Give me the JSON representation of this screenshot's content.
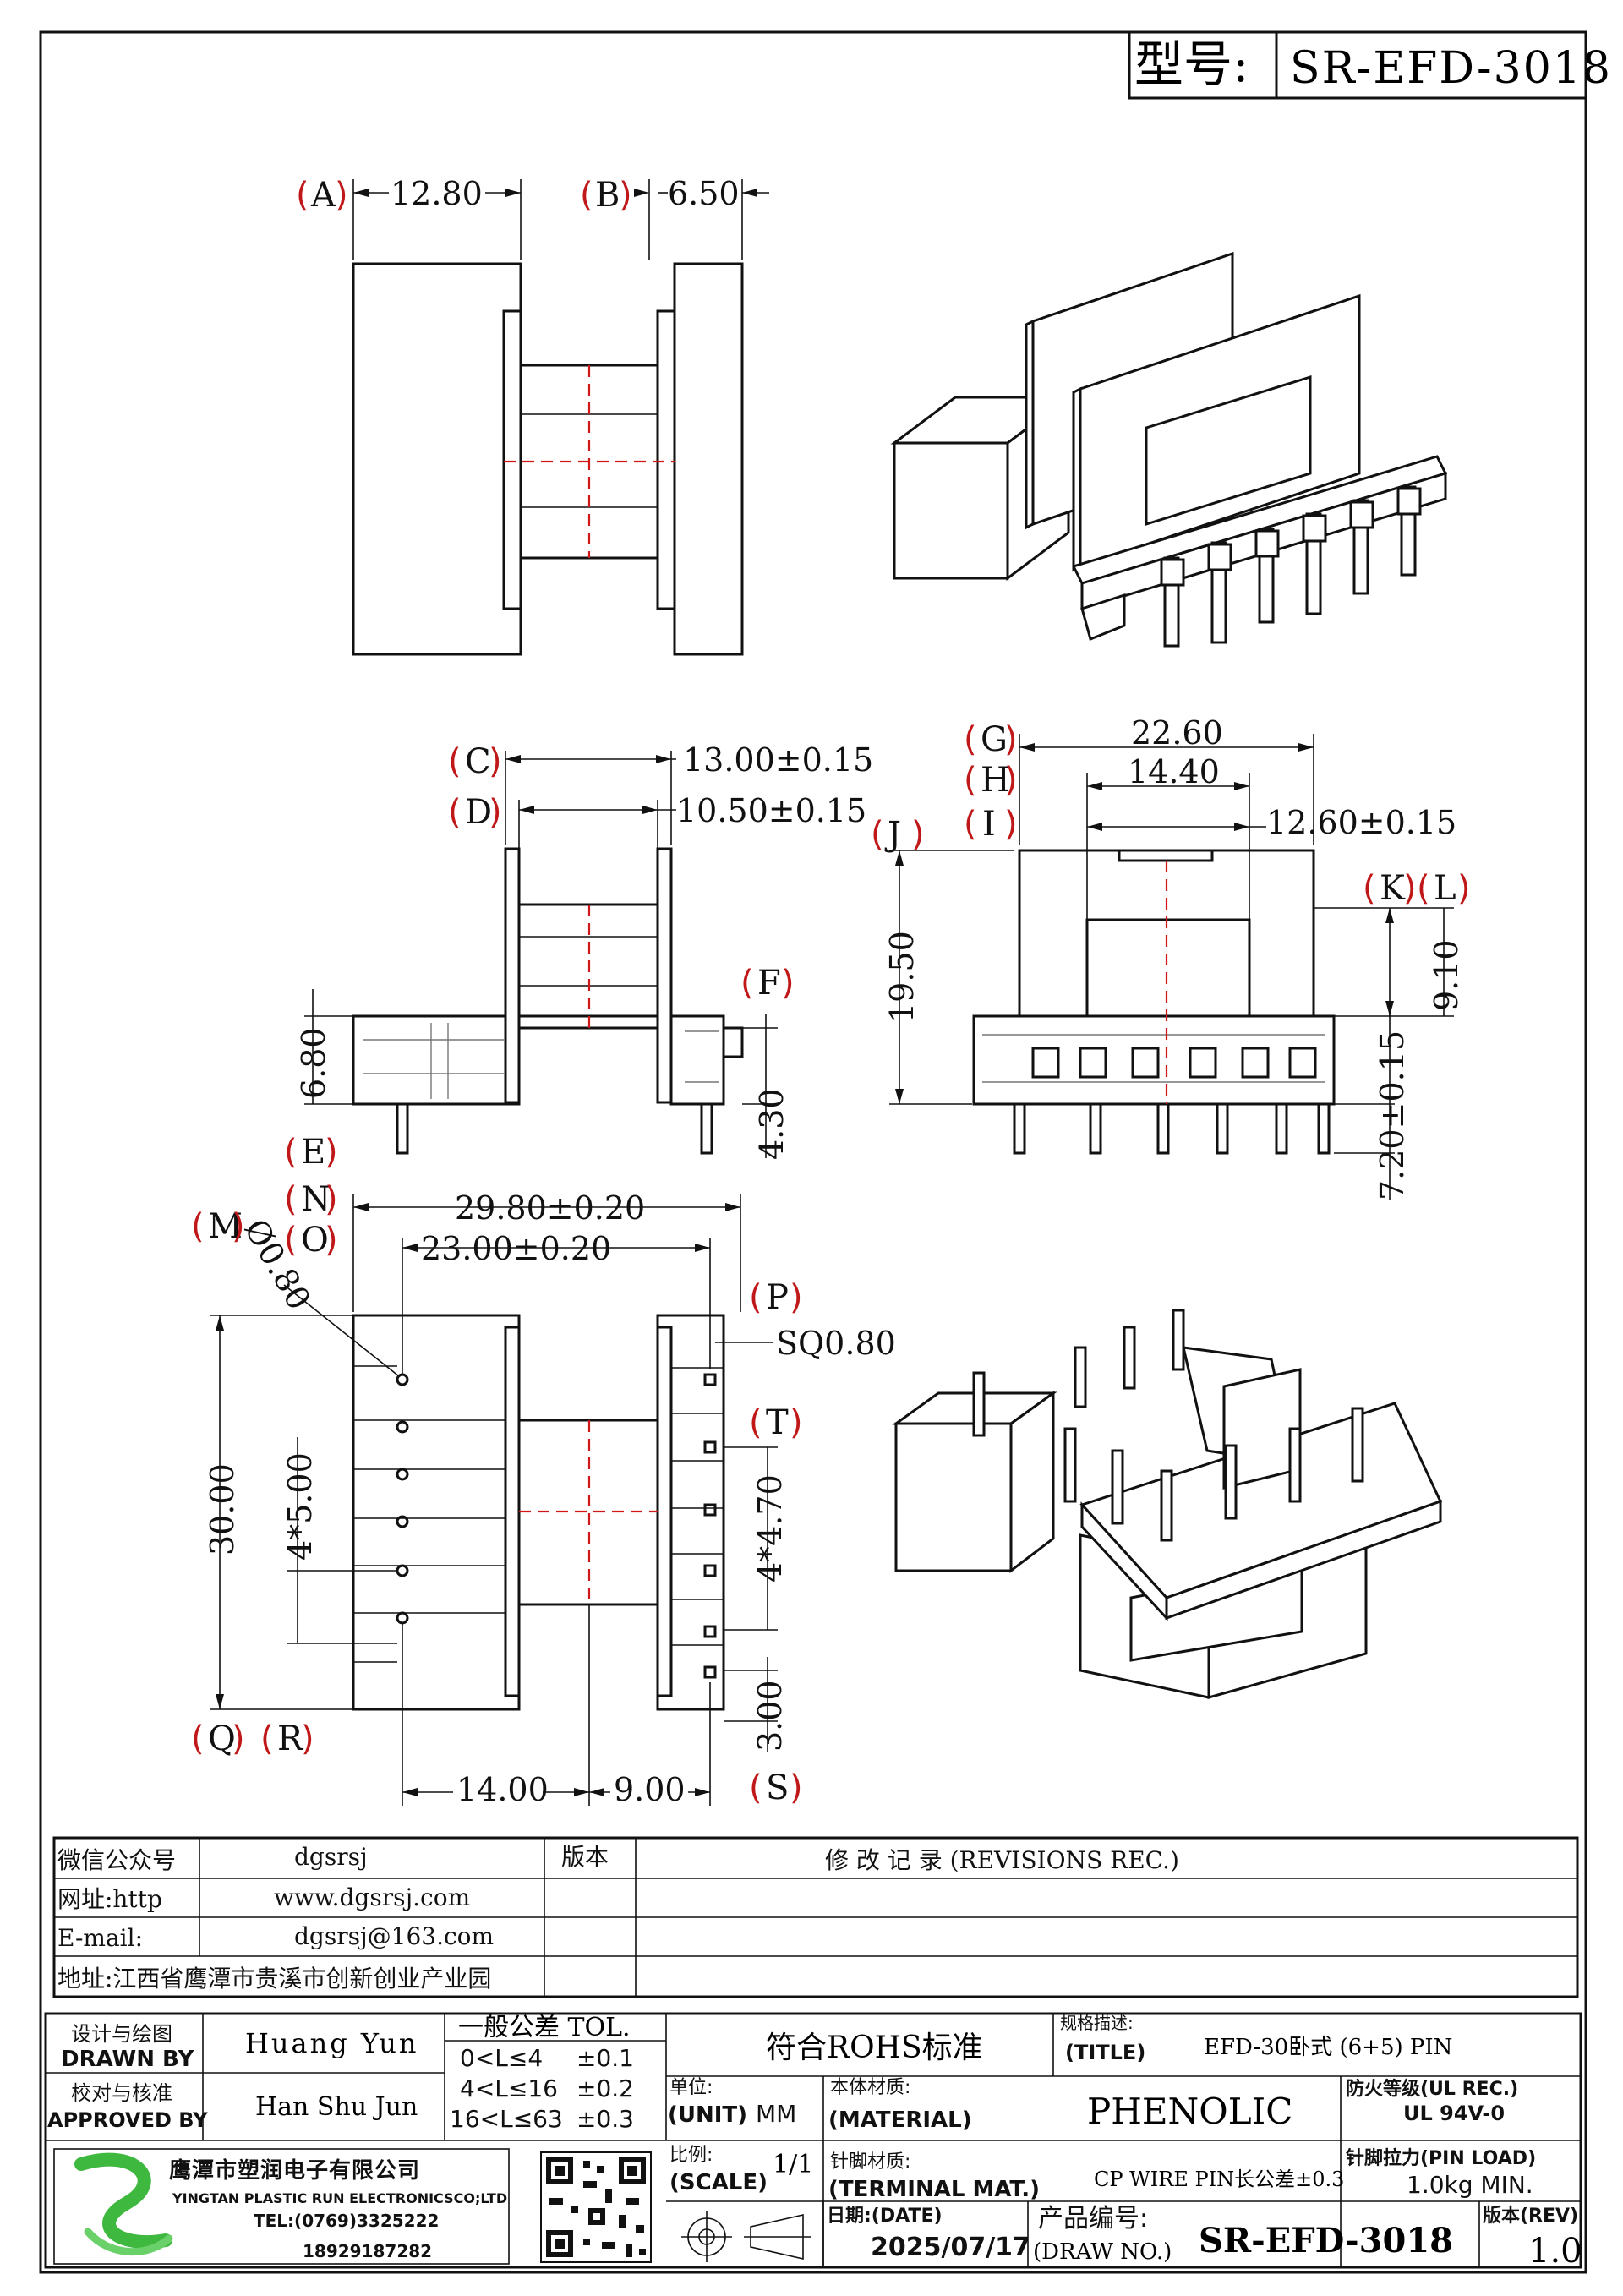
{
  "header": {
    "model_label": "型号:",
    "model_value": "SR-EFD-3018"
  },
  "dims": {
    "A": "A",
    "B": "B",
    "C": "C",
    "D": "D",
    "E": "E",
    "F": "F",
    "G": "G",
    "H": "H",
    "I": "I",
    "J": "J",
    "K": "K",
    "L": "L",
    "M": "M",
    "N": "N",
    "O": "O",
    "P": "P",
    "Q": "Q",
    "R": "R",
    "S": "S",
    "T": "T",
    "A_val": "12.80",
    "B_val": "6.50",
    "C_val": "13.00±0.15",
    "D_val": "10.50±0.15",
    "E_val": "6.80",
    "F_val": "4.30",
    "G_val": "22.60",
    "H_val": "14.40",
    "I_val": "12.60±0.15",
    "J_val": "19.50",
    "K_val": "9.10",
    "L_val": "7.20±0.15",
    "M_val": "Ø0.80",
    "N_val": "29.80±0.20",
    "O_val": "23.00±0.20",
    "P_val": "SQ0.80",
    "Q_val": "30.00",
    "R_val": "4*5.00",
    "T_val": "4*4.70",
    "S_val": "3.00",
    "bottom_left": "14.00",
    "bottom_right": "9.00"
  },
  "info_table": {
    "rows": [
      {
        "label": "微信公众号",
        "value": "dgsrsj"
      },
      {
        "label": "网址:http",
        "value": "www.dgsrsj.com"
      },
      {
        "label": "E-mail:",
        "value": "dgsrsj@163.com"
      },
      {
        "label": "地址:江西省鹰潭市贵溪市创新创业产业园",
        "value": ""
      }
    ],
    "version_label": "版本",
    "revisions_label": "修 改 记 录 (REVISIONS REC.)"
  },
  "title_block": {
    "designer_label_cn": "设计与绘图",
    "designer_label_en": "DRAWN BY",
    "designer_name": "Huang Yun",
    "checker_label_cn": "校对与核准",
    "checker_label_en": "APPROVED BY",
    "checker_name": "Han Shu Jun",
    "tol_title": "一般公差 TOL.",
    "tol_rows": [
      {
        "range": "0<L≤4",
        "tol": "±0.1"
      },
      {
        "range": "4<L≤16",
        "tol": "±0.2"
      },
      {
        "range": "16<L≤63",
        "tol": "±0.3"
      }
    ],
    "rohs": "符合ROHS标准",
    "title_label_cn": "规格描述:",
    "title_label_en": "(TITLE)",
    "title_value": "EFD-30卧式 (6+5) PIN",
    "unit_label_cn": "单位:",
    "unit_label_en": "(UNIT)",
    "unit_value": "MM",
    "material_label_cn": "本体材质:",
    "material_label_en": "(MATERIAL)",
    "material_value": "PHENOLIC",
    "flame_label": "防火等级(UL REC.)",
    "flame_value": "UL 94V-0",
    "scale_label_cn": "比例:",
    "scale_label_en": "(SCALE)",
    "scale_value": "1/1",
    "terminal_label_cn": "针脚材质:",
    "terminal_label_en": "(TERMINAL MAT.)",
    "terminal_value": "CP WIRE  PIN长公差±0.3",
    "pin_load_label": "针脚拉力(PIN LOAD)",
    "pin_load_value": "1.0kg MIN.",
    "date_label": "日期:(DATE)",
    "date_value": "2025/07/17",
    "drawno_label_cn": "产品编号:",
    "drawno_label_en": "(DRAW NO.)",
    "drawno_value": "SR-EFD-3018",
    "rev_label": "版本(REV)",
    "rev_value": "1.0",
    "company_cn": "鹰潭市塑润电子有限公司",
    "company_en": "YINGTAN PLASTIC RUN ELECTRONICSCO;LTD",
    "tel": "TEL:(0769)3325222",
    "mobile": "18929187282"
  }
}
